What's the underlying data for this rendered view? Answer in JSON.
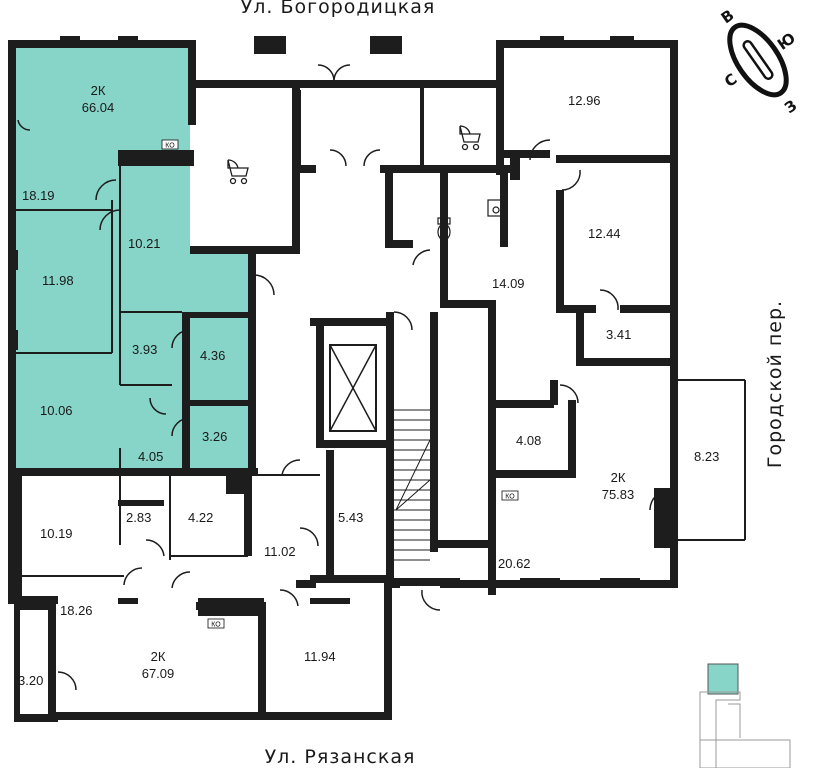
{
  "streets": {
    "top": "Ул. Богородицкая",
    "bottom": "Ул. Рязанская",
    "right": "Городской пер."
  },
  "compass": {
    "n": "С",
    "s": "Ю",
    "e": "В",
    "w": "З"
  },
  "highlight_color": "#86d5c8",
  "badge": "КО",
  "apartments": [
    {
      "type": "2К",
      "area": "66.04",
      "highlighted": true
    },
    {
      "type": "2К",
      "area": "75.83",
      "highlighted": false
    },
    {
      "type": "2К",
      "area": "67.09",
      "highlighted": false
    }
  ],
  "rooms": {
    "r1819": "18.19",
    "r1021": "10.21",
    "r1198": "11.98",
    "r393": "3.93",
    "r436": "4.36",
    "r1006": "10.06",
    "r405": "4.05",
    "r326": "3.26",
    "r1296": "12.96",
    "r1244": "12.44",
    "r1409": "14.09",
    "r341": "3.41",
    "r408": "4.08",
    "r823": "8.23",
    "r2062": "20.62",
    "r1019": "10.19",
    "r283": "2.83",
    "r422": "4.22",
    "r543": "5.43",
    "r1102": "11.02",
    "r1826": "18.26",
    "r320": "3.20",
    "r1194": "11.94"
  }
}
